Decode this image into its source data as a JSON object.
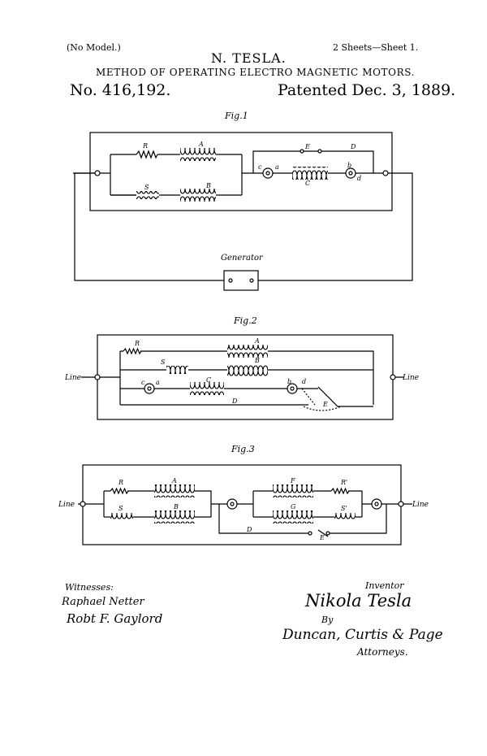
{
  "header": {
    "note": "(No Model.)",
    "sheets": "2 Sheets—Sheet 1.",
    "inventor": "N. TESLA.",
    "title": "METHOD OF OPERATING ELECTRO MAGNETIC MOTORS.",
    "patent_number": "No. 416,192.",
    "patent_date": "Patented Dec. 3, 1889."
  },
  "fig1": {
    "caption": "Fig.1",
    "labels": {
      "R": "R",
      "A": "A",
      "S": "S",
      "B": "B",
      "E": "E",
      "D": "D",
      "c": "c",
      "a": "a",
      "C": "C",
      "b": "b",
      "d": "d"
    },
    "generator": "Generator"
  },
  "fig2": {
    "caption": "Fig.2",
    "line_left": "Line",
    "line_right": "Line",
    "labels": {
      "R": "R",
      "A": "A",
      "S": "S",
      "B": "B",
      "c": "c",
      "a": "a",
      "C": "C",
      "b": "b",
      "d": "d",
      "D": "D",
      "E": "E"
    }
  },
  "fig3": {
    "caption": "Fig.3",
    "line_left": "Line",
    "line_right": "Line",
    "labels": {
      "R": "R",
      "A": "A",
      "S": "S",
      "B": "B",
      "F": "F",
      "R1": "R'",
      "G": "G",
      "S1": "S'",
      "D": "D",
      "E": "E"
    }
  },
  "signatures": {
    "witnesses_label": "Witnesses:",
    "witness1": "Raphael Netter",
    "witness2": "Robt F. Gaylord",
    "inventor_label": "Inventor",
    "inventor_signature": "Nikola Tesla",
    "by": "By",
    "attorneys_names": "Duncan, Curtis & Page",
    "attorneys_label": "Attorneys."
  }
}
